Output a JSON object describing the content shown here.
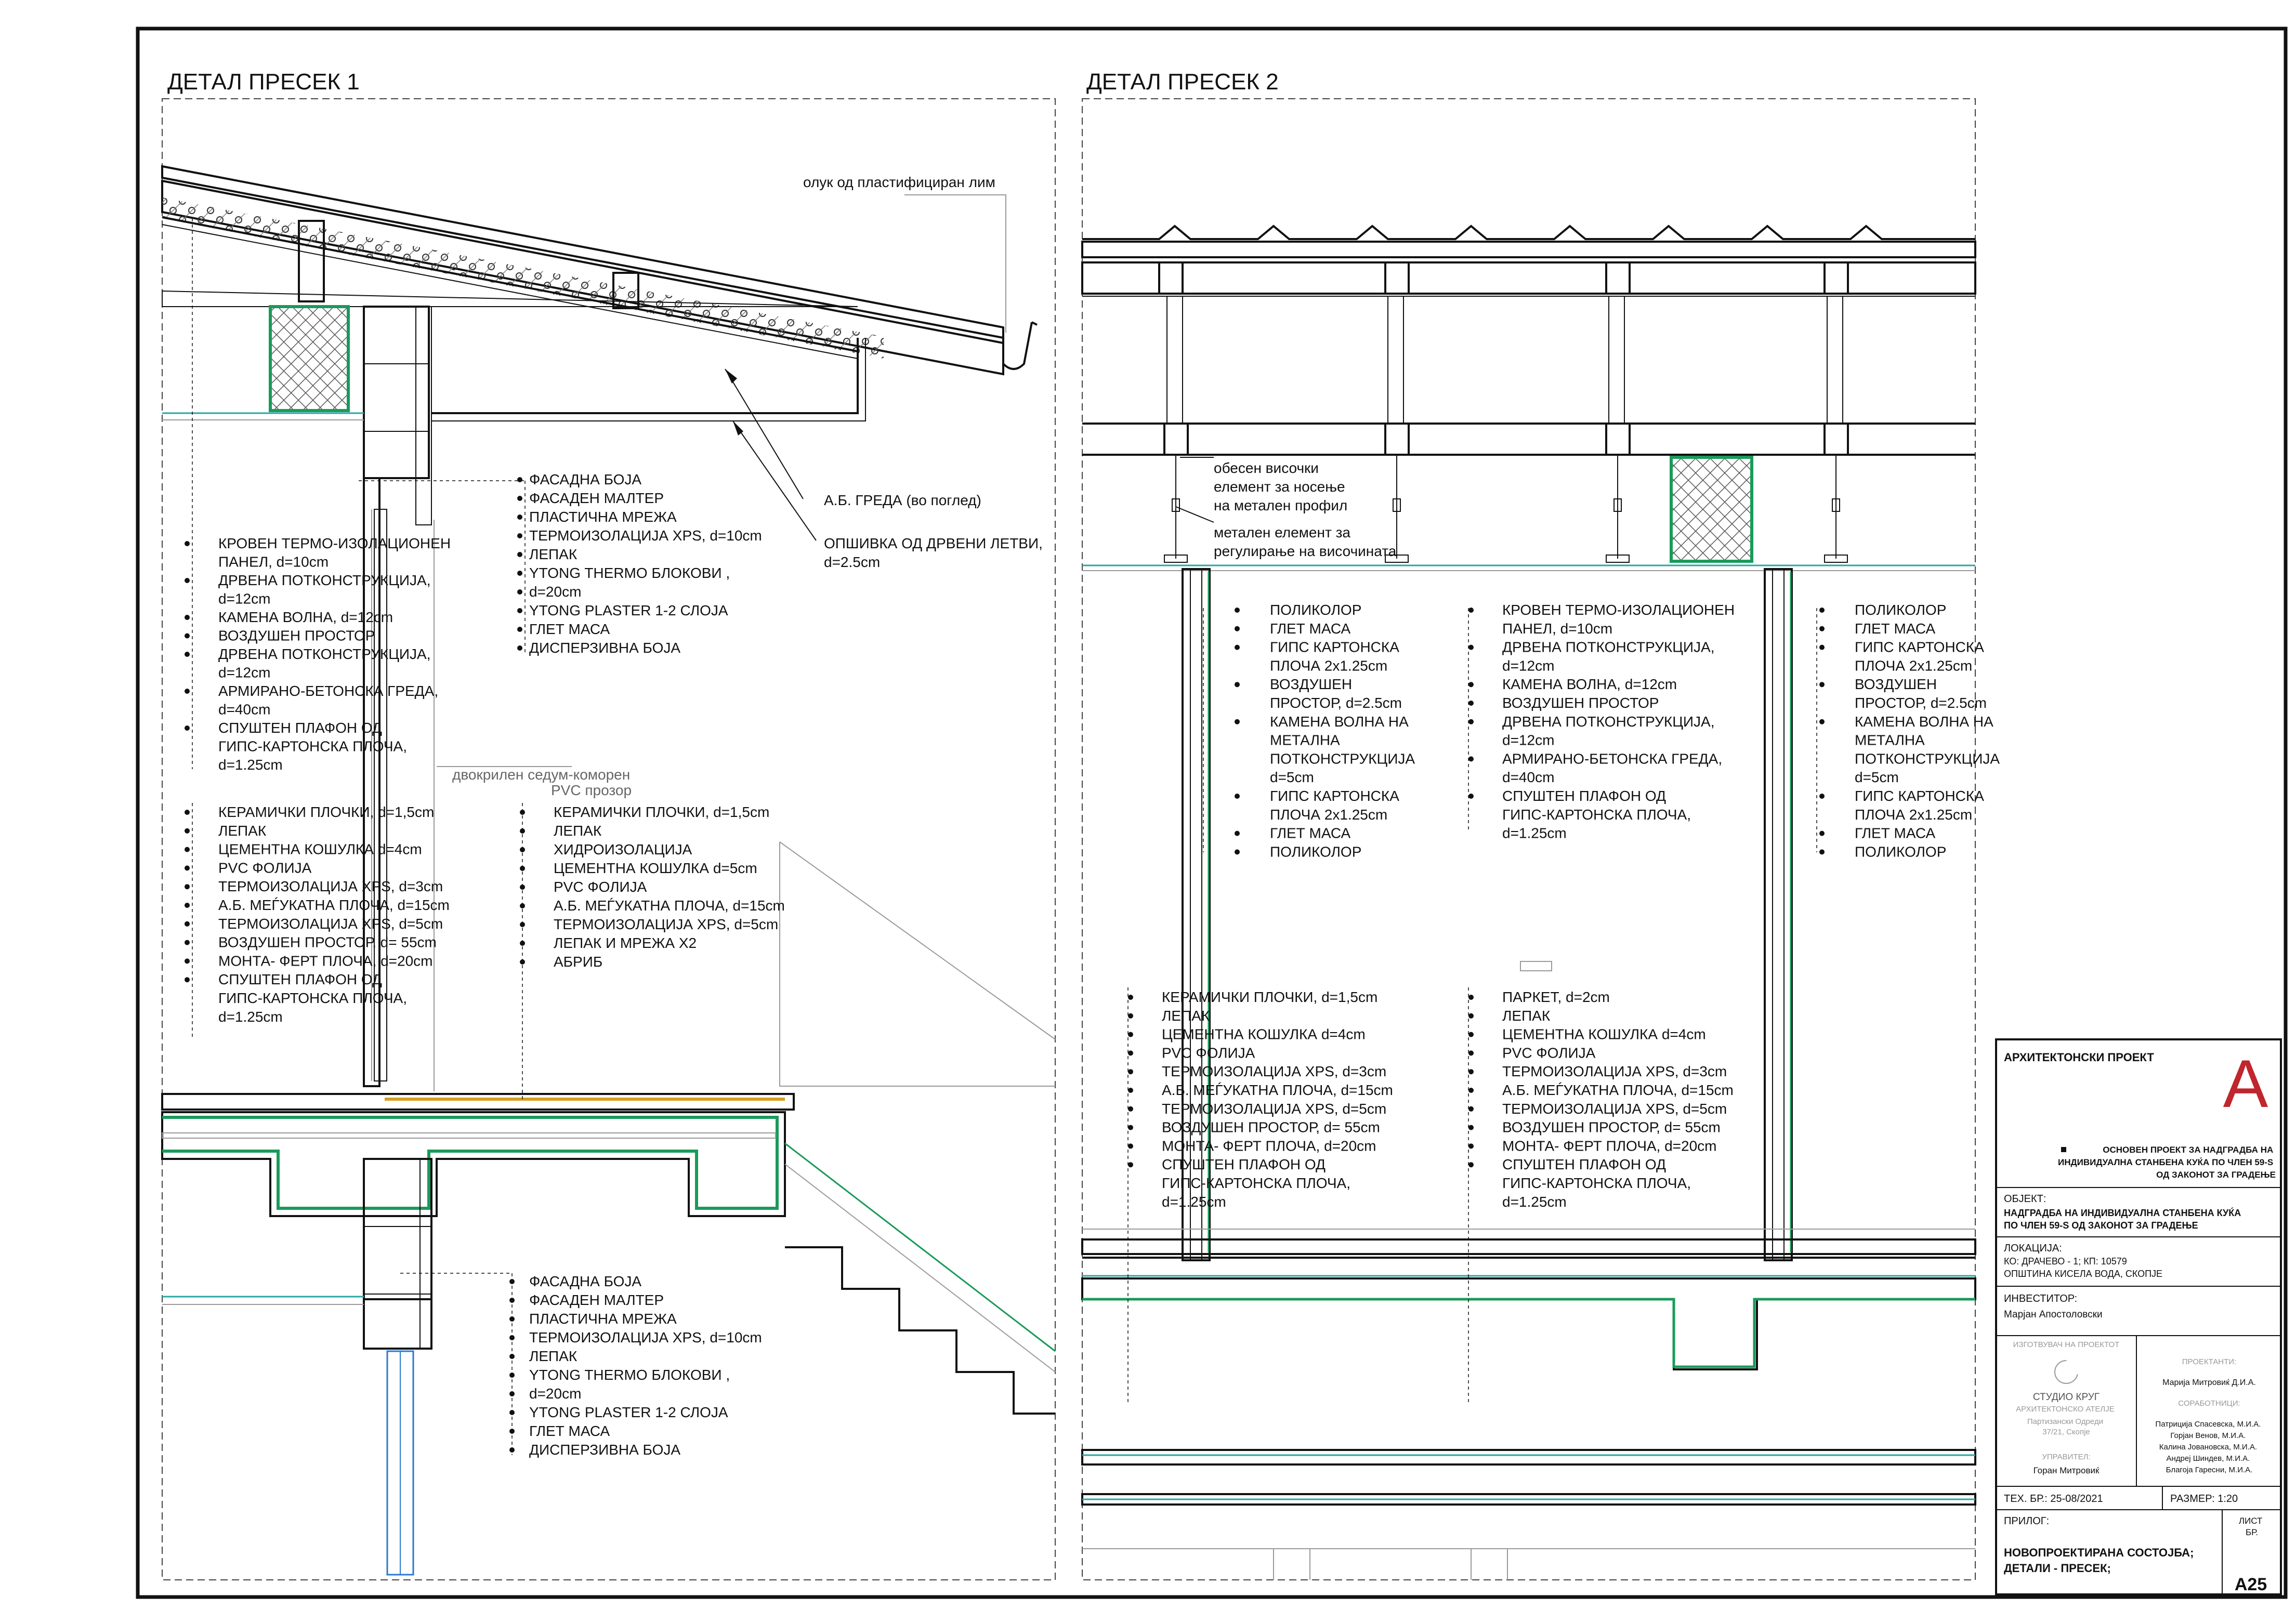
{
  "panels": {
    "left_title": "ДЕТАЛ ПРЕСЕК 1",
    "right_title": "ДЕТАЛ ПРЕСЕК 2"
  },
  "left": {
    "gutter_label": "олук од пластифициран лим",
    "beam_label": "А.Б. ГРЕДА (во поглед)",
    "lath_label": [
      "ОПШИВКА ОД ДРВЕНИ ЛЕТВИ,",
      "d=2.5cm"
    ],
    "window_label": [
      "двокрилен седум-коморен",
      "PVC прозор"
    ],
    "facade_top": [
      "ФАСАДНА БОЈА",
      "ФАСАДЕН МАЛТЕР",
      "ПЛАСТИЧНА МРЕЖА",
      "ТЕРМОИЗОЛАЦИЈА XPS, d=10cm",
      "ЛЕПАК",
      "YTONG THERMO БЛОКОВИ ,",
      "d=20cm",
      "YTONG PLASTER 1-2 СЛОЈА",
      "ГЛЕТ МАСА",
      "ДИСПЕРЗИВНА БОЈА"
    ],
    "roof_layers": [
      "КРОВЕН ТЕРМО-ИЗОЛАЦИОНЕН",
      "ПАНЕЛ, d=10cm",
      "ДРВЕНА ПОТКОНСТРУКЦИЈА,",
      "d=12cm",
      "КАМЕНА ВОЛНА, d=12cm",
      "ВОЗДУШЕН ПРОСТОР",
      "ДРВЕНА ПОТКОНСТРУКЦИЈА,",
      "d=12cm",
      "АРМИРАНО-БЕТОНСКА ГРЕДА,",
      "d=40cm",
      "СПУШТЕН ПЛАФОН ОД",
      "ГИПС-КАРТОНСКА ПЛОЧА,",
      "d=1.25cm"
    ],
    "floor_inner": [
      "КЕРАМИЧКИ ПЛОЧКИ, d=1,5cm",
      "ЛЕПАК",
      "ЦЕМЕНТНА КОШУЛКА d=4cm",
      "PVC ФОЛИЈА",
      "ТЕРМОИЗОЛАЦИЈА XPS, d=3cm",
      "А.Б. МЕЃУКАТНА ПЛОЧА, d=15cm",
      "ТЕРМОИЗОЛАЦИЈА XPS, d=5cm",
      "ВОЗДУШЕН ПРОСТОР, d= 55cm",
      "МОНТА- ФЕРТ ПЛОЧА, d=20cm",
      "СПУШТЕН ПЛАФОН ОД",
      "ГИПС-КАРТОНСКА ПЛОЧА,",
      "d=1.25cm"
    ],
    "floor_terrace": [
      "КЕРАМИЧКИ ПЛОЧКИ, d=1,5cm",
      "ЛЕПАК",
      "ХИДРОИЗОЛАЦИЈА",
      "ЦЕМЕНТНА КОШУЛКА d=5cm",
      "PVC ФОЛИЈА",
      "А.Б. МЕЃУКАТНА ПЛОЧА, d=15cm",
      "ТЕРМОИЗОЛАЦИЈА XPS, d=5cm",
      "ЛЕПАК И МРЕЖА X2",
      "АБРИБ"
    ],
    "facade_bottom": [
      "ФАСАДНА БОЈА",
      "ФАСАДЕН МАЛТЕР",
      "ПЛАСТИЧНА МРЕЖА",
      "ТЕРМОИЗОЛАЦИЈА XPS, d=10cm",
      "ЛЕПАК",
      "YTONG THERMO БЛОКОВИ ,",
      "d=20cm",
      "YTONG PLASTER 1-2 СЛОЈА",
      "ГЛЕТ МАСА",
      "ДИСПЕРЗИВНА БОЈА"
    ]
  },
  "right": {
    "hanger_label": [
      "обесен височки",
      "елемент за носење",
      "на метален профил"
    ],
    "adjust_label": [
      "метален елемент за",
      "регулирање на височината"
    ],
    "wall_a": [
      "ПОЛИКОЛОР",
      "ГЛЕТ МАСА",
      "ГИПС КАРТОНСКА",
      "ПЛОЧА 2x1.25cm",
      "ВОЗДУШЕН",
      "ПРОСТОР, d=2.5cm",
      "КАМЕНА ВОЛНА НА",
      "МЕТАЛНА",
      "ПОТКОНСТРУКЦИЈА",
      "d=5cm",
      "ГИПС КАРТОНСКА",
      "ПЛОЧА 2x1.25cm",
      "ГЛЕТ МАСА",
      "ПОЛИКОЛОР"
    ],
    "roof_layers": [
      "КРОВЕН ТЕРМО-ИЗОЛАЦИОНЕН",
      "ПАНЕЛ, d=10cm",
      "ДРВЕНА ПОТКОНСТРУКЦИЈА,",
      "d=12cm",
      "КАМЕНА ВОЛНА, d=12cm",
      "ВОЗДУШЕН ПРОСТОР",
      "ДРВЕНА ПОТКОНСТРУКЦИЈА,",
      "d=12cm",
      "АРМИРАНО-БЕТОНСКА ГРЕДА,",
      "d=40cm",
      "СПУШТЕН ПЛАФОН ОД",
      "ГИПС-КАРТОНСКА ПЛОЧА,",
      "d=1.25cm"
    ],
    "wall_b": [
      "ПОЛИКОЛОР",
      "ГЛЕТ МАСА",
      "ГИПС КАРТОНСКА",
      "ПЛОЧА 2x1.25cm",
      "ВОЗДУШЕН",
      "ПРОСТОР, d=2.5cm",
      "КАМЕНА ВОЛНА НА",
      "МЕТАЛНА",
      "ПОТКОНСТРУКЦИЈА",
      "d=5cm",
      "ГИПС КАРТОНСКА",
      "ПЛОЧА 2x1.25cm",
      "ГЛЕТ МАСА",
      "ПОЛИКОЛОР"
    ],
    "floor_tiles": [
      "КЕРАМИЧКИ ПЛОЧКИ, d=1,5cm",
      "ЛЕПАК",
      "ЦЕМЕНТНА КОШУЛКА d=4cm",
      "PVC ФОЛИЈА",
      "ТЕРМОИЗОЛАЦИЈА XPS, d=3cm",
      "А.Б. МЕЃУКАТНА ПЛОЧА, d=15cm",
      "ТЕРМОИЗОЛАЦИЈА XPS, d=5cm",
      "ВОЗДУШЕН ПРОСТОР, d= 55cm",
      "МОНТА- ФЕРТ ПЛОЧА, d=20cm",
      "СПУШТЕН ПЛАФОН ОД",
      "ГИПС-КАРТОНСКА ПЛОЧА,",
      "d=1.25cm"
    ],
    "floor_parquet": [
      "ПАРКЕТ, d=2cm",
      "ЛЕПАК",
      "ЦЕМЕНТНА КОШУЛКА d=4cm",
      "PVC ФОЛИЈА",
      "ТЕРМОИЗОЛАЦИЈА XPS, d=3cm",
      "А.Б. МЕЃУКАТНА ПЛОЧА, d=15cm",
      "ТЕРМОИЗОЛАЦИЈА XPS, d=5cm",
      "ВОЗДУШЕН ПРОСТОР, d= 55cm",
      "МОНТА- ФЕРТ ПЛОЧА, d=20cm",
      "СПУШТЕН ПЛАФОН ОД",
      "ГИПС-КАРТОНСКА ПЛОЧА,",
      "d=1.25cm"
    ]
  },
  "titleblock": {
    "header": "АРХИТЕКТОНСКИ ПРОЕКТ",
    "letter": "А",
    "project_type": [
      "ОСНОВЕН ПРОЕКТ ЗА НАДГРАДБА НА",
      "ИНДИВИДУАЛНА СТАНБЕНА КУЌА ПО ЧЛЕН 59-S",
      "ОД ЗАКОНОТ ЗА ГРАДЕЊЕ"
    ],
    "object_label": "ОБЈЕКТ:",
    "object_value": [
      "НАДГРАДБА НА ИНДИВИДУАЛНА СТАНБЕНА КУЌА",
      "ПО ЧЛЕН 59-S ОД ЗАКОНОТ ЗА ГРАДЕЊЕ"
    ],
    "location_label": "ЛОКАЦИЈА:",
    "location_value": [
      "КО: ДРАЧЕВО - 1; КП: 10579",
      "ОПШТИНА КИСЕЛА ВОДА, СКОПЈЕ"
    ],
    "investor_label": "ИНВЕСТИТОР:",
    "investor_value": "Марјан Апостоловски",
    "made_by_label": "ИЗГОТВУВАЧ НА ПРОЕКТОТ",
    "studio_name": "СТУДИО КРУГ",
    "studio_sub": [
      "АРХИТЕКТОНСКО АТЕЛЈЕ",
      "Партизански Одреди",
      "37/21, Скопје"
    ],
    "manager_label": "УПРАВИТЕЛ:",
    "manager_name": "Горан Митровиќ",
    "designers_label": "ПРОЕКТАНТИ:",
    "designer": "Марија Митровиќ Д.И.А.",
    "collab_label": "СОРАБОТНИЦИ:",
    "collaborators": [
      "Патриција Спасевска, М.И.А.",
      "Горјан Венов, М.И.А.",
      "Калина Јовановска, М.И.А.",
      "Андреј Шиндев, М.И.А.",
      "Благоја Гаресни, М.И.А."
    ],
    "tech_no": "ТЕХ. БР.: 25-08/2021",
    "scale": "РАЗМЕР: 1:20",
    "attachment_label": "ПРИЛОГ:",
    "sheet_no_label": [
      "ЛИСТ",
      "БР."
    ],
    "attachment_value": [
      "НОВОПРОЕКТИРАНА СОСТОЈБА;",
      "ДЕТАЛИ - ПРЕСЕК;"
    ],
    "sheet_no": "А25",
    "accent_color": "#c0262d"
  }
}
